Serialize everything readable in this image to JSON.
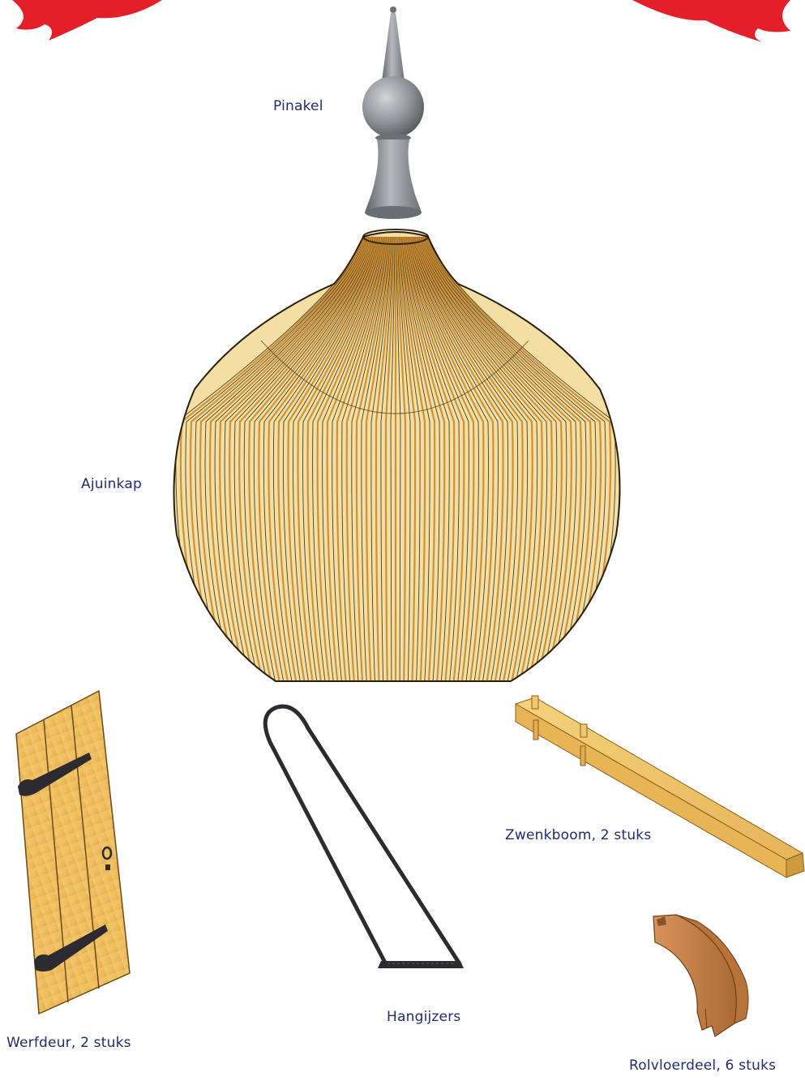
{
  "labels": {
    "pinakel": "Pinakel",
    "ajuinkap": "Ajuinkap",
    "werfdeur": "Werfdeur, 2 stuks",
    "hangijzers": "Hangijzers",
    "zwenkboom": "Zwenkboom, 2 stuks",
    "rolvloerdeel": "Rolvloerdeel, 6 stuks"
  },
  "colors": {
    "label": "#1f2d6b",
    "accent_red": "#e3202a",
    "wood_light": "#f2c766",
    "wood_dark": "#c98a2e",
    "metal": "#8a8d92",
    "iron": "#2b2b30",
    "rol_wood": "#c07a3e"
  },
  "icons": [
    "red-flourish-left",
    "red-flourish-right"
  ]
}
